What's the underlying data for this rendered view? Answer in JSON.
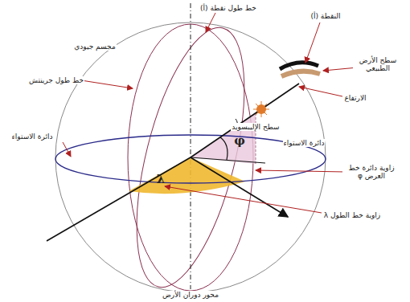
{
  "diagram": {
    "labels": [
      "خط طول نقطة (أ)",
      "النقطة (أ)",
      "سطح الأرض الطبيعي",
      "الارتفاع",
      "سطح الإليبسويد",
      "مجسم جيودي",
      "خط طول جرينتش",
      "دائرة الاستواء",
      "دائرة الاستواء",
      "زاوية دائرة خط العرض φ",
      "λ",
      "φ",
      "زاوية خط الطول λ",
      "محور دوران الأرض"
    ]
  }
}
